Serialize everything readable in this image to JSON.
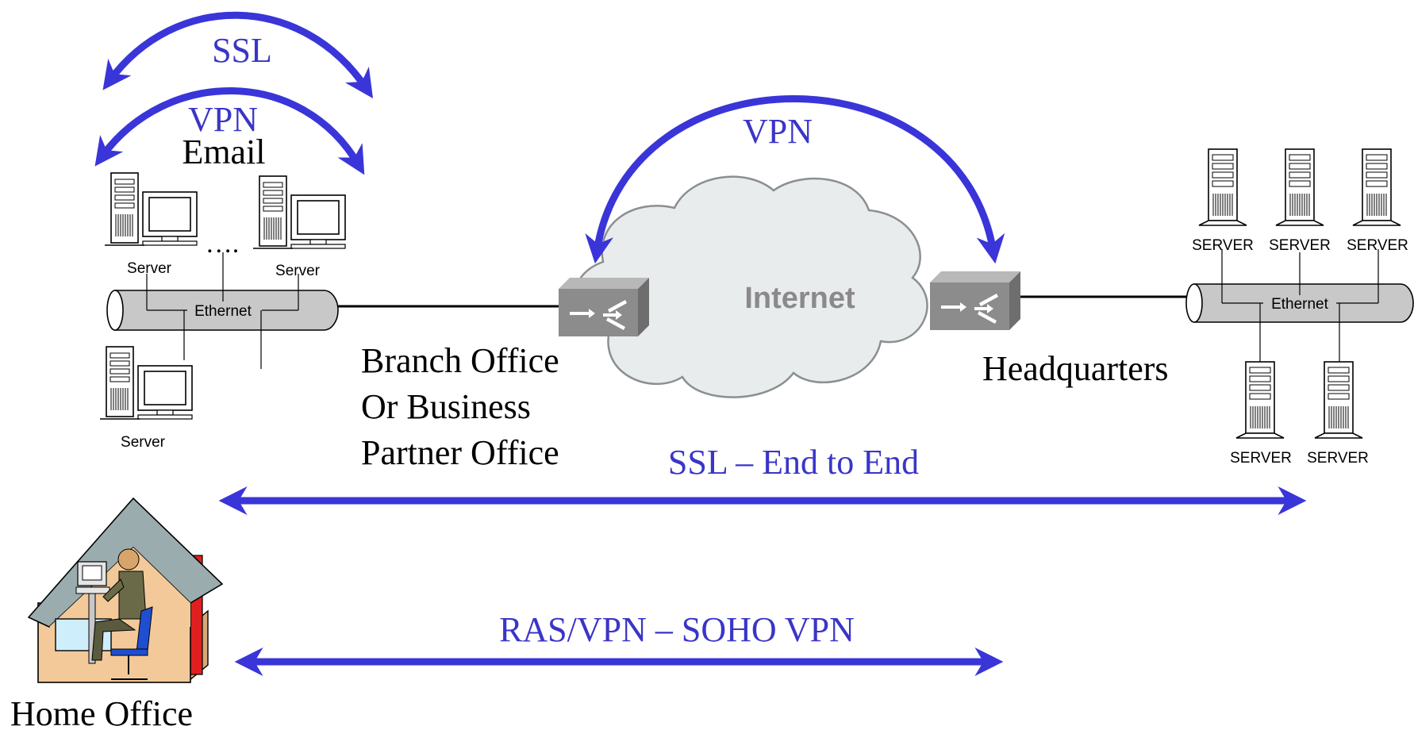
{
  "diagram": {
    "labels": {
      "ssl_top": "SSL",
      "vpn_left": "VPN",
      "email": "Email",
      "vpn_center": "VPN",
      "internet": "Internet",
      "branch_line1": "Branch Office",
      "branch_line2": "Or Business",
      "branch_line3": "Partner Office",
      "headquarters": "Headquarters",
      "ssl_end_to_end": "SSL – End to End",
      "ras_vpn": "RAS/VPN – SOHO VPN",
      "home_office": "Home Office",
      "ellipsis": "….",
      "branch_ethernet": "Ethernet",
      "hq_ethernet": "Ethernet"
    },
    "branch_servers": [
      "Server",
      "Server",
      "Server"
    ],
    "hq_servers_top": [
      "SERVER",
      "SERVER",
      "SERVER"
    ],
    "hq_servers_bottom": [
      "SERVER",
      "SERVER"
    ],
    "colors": {
      "arrow_blue": "#3a35d8",
      "label_blue": "#3a35c8",
      "cloud_fill": "#e8eced",
      "cloud_stroke": "#8a8f92",
      "router_fill": "#8c8c8c",
      "cable_fill": "#c8c8c8",
      "house_wall": "#f3c99a",
      "house_roof": "#9aacae",
      "chimney": "#e02020"
    }
  }
}
